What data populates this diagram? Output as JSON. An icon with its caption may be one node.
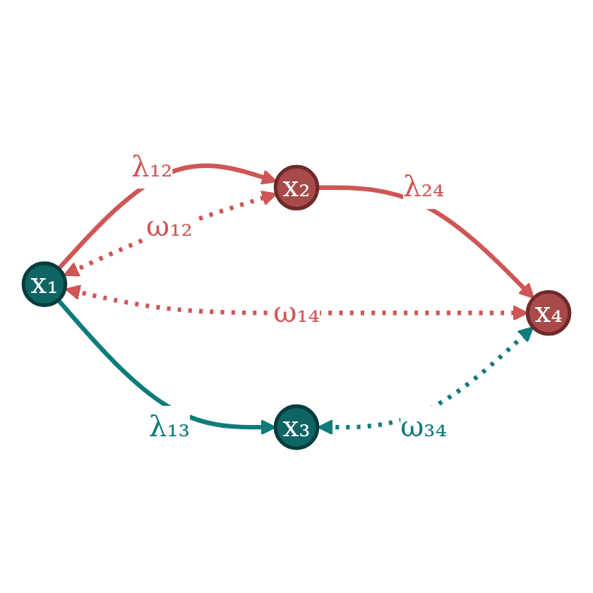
{
  "diagram": {
    "nodes": [
      {
        "text": [
          "x₁"
        ]
      },
      {
        "text": [
          "x₂"
        ]
      },
      {
        "text": [
          "x₃"
        ]
      },
      {
        "text": [
          "x₄"
        ]
      }
    ],
    "edges": [
      {
        "from": 0,
        "to": 1,
        "arrow": "to",
        "label": "λ₁₂"
      },
      {
        "from": 0,
        "to": 1,
        "arrow": "both",
        "label": "ω₁₂",
        "style": "dashed"
      },
      {
        "from": 0,
        "to": 2,
        "arrow": "to",
        "label": "λ₁₃",
        "color": "#0e7c7b"
      },
      {
        "from": 1,
        "to": 3,
        "arrow": "to",
        "label": "λ₂₄"
      },
      {
        "from": 0,
        "to": 3,
        "arrow": "both",
        "label": "ω₁₄",
        "style": "dashed"
      },
      {
        "from": 2,
        "to": 3,
        "arrow": "both",
        "label": "ω₃₄",
        "style": "dashed",
        "color": "#0e7c7b"
      }
    ]
  }
}
